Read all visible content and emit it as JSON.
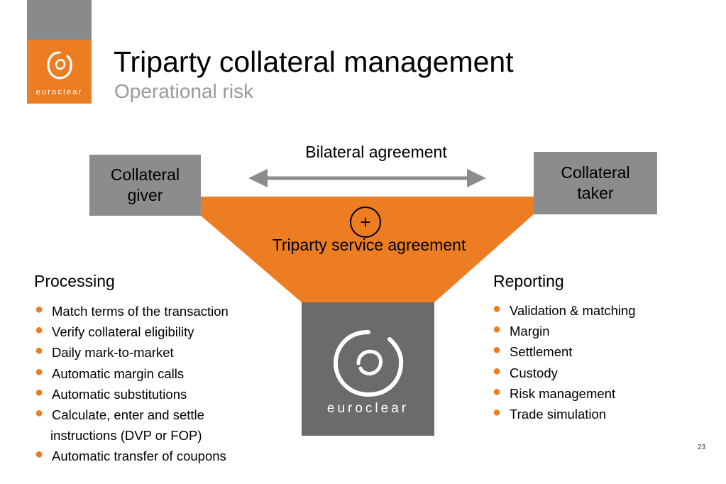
{
  "logo": {
    "text": "euroclear"
  },
  "header": {
    "title": "Triparty collateral management",
    "subtitle": "Operational risk"
  },
  "diagram": {
    "giver": {
      "line1": "Collateral",
      "line2": "giver"
    },
    "taker": {
      "line1": "Collateral",
      "line2": "taker"
    },
    "bilateral_label": "Bilateral agreement",
    "plus_symbol": "+",
    "triparty_label": "Triparty service agreement",
    "center_logo_text": "euroclear"
  },
  "processing": {
    "heading": "Processing",
    "items": [
      "Match terms of the transaction",
      "Verify collateral eligibility",
      "Daily mark-to-market",
      "Automatic margin calls",
      "Automatic substitutions",
      {
        "line1": "Calculate, enter and settle",
        "line2": "instructions (DVP or FOP)"
      },
      "Automatic transfer of coupons"
    ]
  },
  "reporting": {
    "heading": "Reporting",
    "items": [
      "Validation & matching",
      "Margin",
      "Settlement",
      "Custody",
      "Risk management",
      "Trade simulation"
    ]
  },
  "page_number": "23",
  "colors": {
    "accent_orange": "#ec7d23",
    "box_grey": "#8c8c8e",
    "center_grey": "#6b6b6d",
    "subtitle_grey": "#9a9a9c"
  },
  "icons": {
    "arrow": "double-headed-arrow-icon",
    "bullet": "bullet-dot-icon",
    "logo": "euroclear-spiral-icon"
  }
}
